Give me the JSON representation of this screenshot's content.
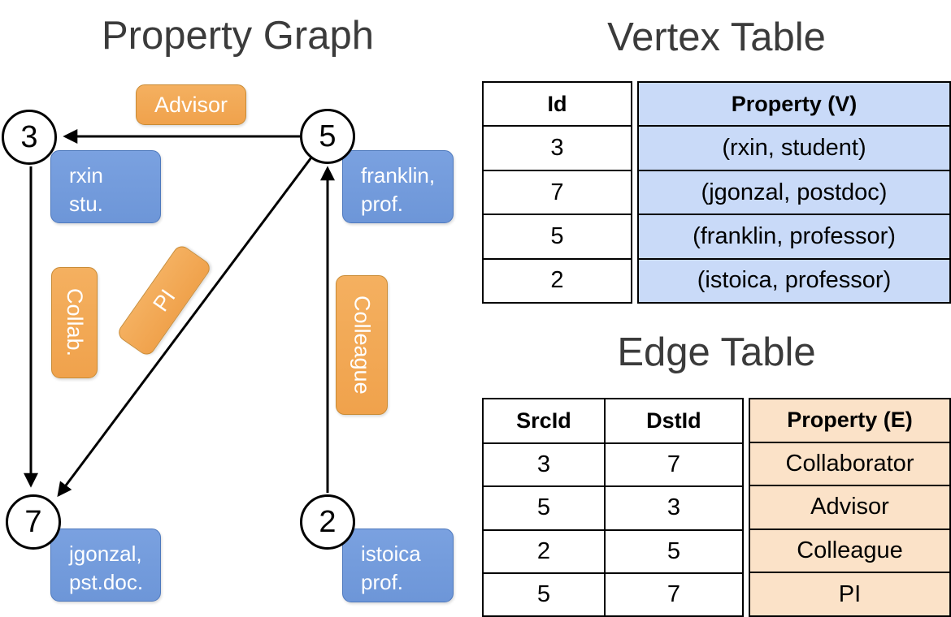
{
  "graph": {
    "title": "Property Graph",
    "nodes": {
      "n3": "3",
      "n5": "5",
      "n7": "7",
      "n2": "2"
    },
    "vertex_props": {
      "v3": {
        "line1": "rxin",
        "line2": "stu."
      },
      "v5": {
        "line1": "franklin,",
        "line2": "prof."
      },
      "v7": {
        "line1": "jgonzal,",
        "line2": "pst.doc."
      },
      "v2": {
        "line1": "istoica",
        "line2": "prof."
      }
    },
    "edge_labels": {
      "advisor": "Advisor",
      "collab": "Collab.",
      "pi": "PI",
      "colleague": "Colleague"
    }
  },
  "vertex_table": {
    "title": "Vertex Table",
    "headers": [
      "Id",
      "Property (V)"
    ],
    "rows": [
      [
        "3",
        "(rxin, student)"
      ],
      [
        "7",
        "(jgonzal, postdoc)"
      ],
      [
        "5",
        "(franklin, professor)"
      ],
      [
        "2",
        "(istoica, professor)"
      ]
    ]
  },
  "edge_table": {
    "title": "Edge Table",
    "headers": [
      "SrcId",
      "DstId",
      "Property (E)"
    ],
    "rows": [
      [
        "3",
        "7",
        "Collaborator"
      ],
      [
        "5",
        "3",
        "Advisor"
      ],
      [
        "2",
        "5",
        "Colleague"
      ],
      [
        "5",
        "7",
        "PI"
      ]
    ]
  },
  "colors": {
    "vertex_box": "#6d96d8",
    "vertex_box_border": "#4e79bd",
    "edge_box": "#f0a24c",
    "edge_box_border": "#c98b35",
    "vertex_cell": "#c9daf8",
    "edge_cell": "#fbe2c8"
  }
}
